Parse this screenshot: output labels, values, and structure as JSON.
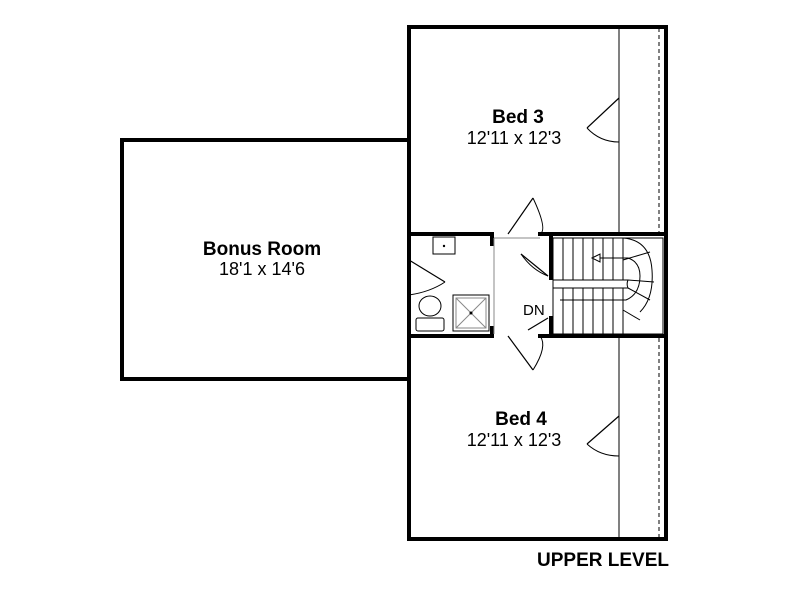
{
  "plan": {
    "level_title": "UPPER LEVEL",
    "rooms": {
      "bonus": {
        "name": "Bonus Room",
        "dims": "18'1 x 14'6"
      },
      "bed3": {
        "name": "Bed 3",
        "dims": "12'11 x 12'3"
      },
      "bed4": {
        "name": "Bed 4",
        "dims": "12'11 x 12'3"
      }
    },
    "stair_label": "DN"
  }
}
